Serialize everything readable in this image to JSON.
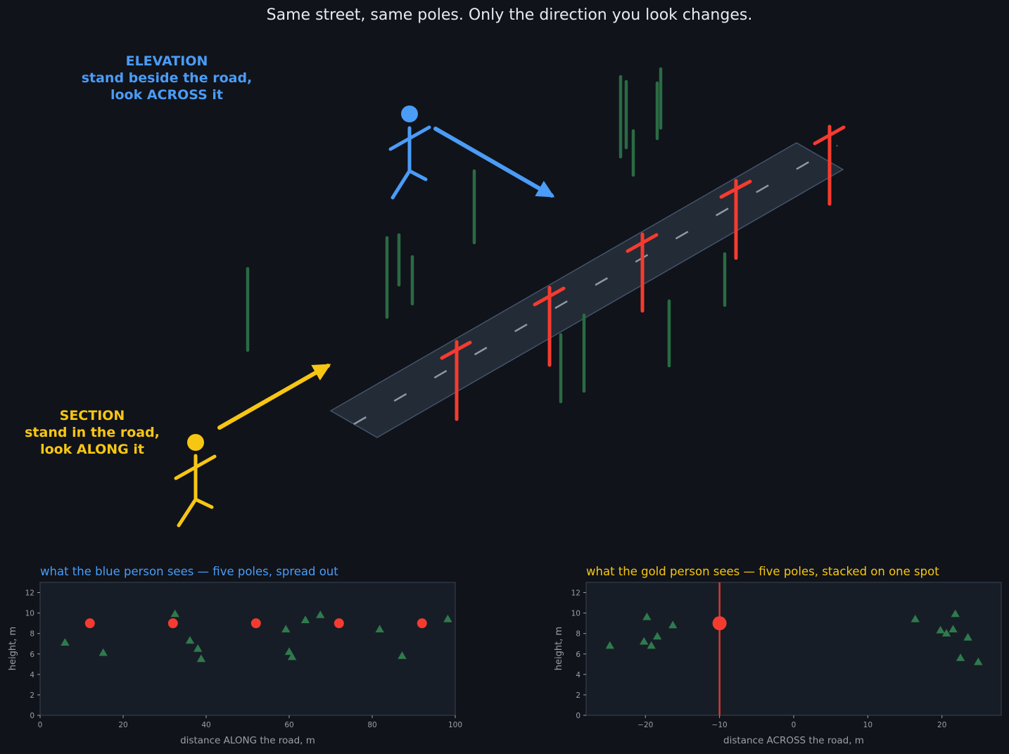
{
  "title": "Same street, same poles. Only the direction you look changes.",
  "elevation_label": [
    "ELEVATION",
    "stand beside the road,",
    "look ACROSS it"
  ],
  "section_label": [
    "SECTION",
    "stand in the road,",
    "look ALONG it"
  ],
  "colors": {
    "background": "#10131a",
    "blue": "#4a9cf6",
    "gold": "#f7c613",
    "pole_red": "#f53b30",
    "tree_green": "#2f7a4d",
    "road": "#232b36",
    "panel": "#171d26",
    "axis_text": "#9aa0a8"
  },
  "chart_data": [
    {
      "type": "scatter",
      "title": "what the blue person sees  —  five poles, spread out",
      "xlabel": "distance ALONG the road, m",
      "ylabel": "height, m",
      "xlim": [
        0,
        100
      ],
      "ylim": [
        0,
        13
      ],
      "xticks": [
        0,
        20,
        40,
        60,
        80,
        100
      ],
      "yticks": [
        0,
        2,
        4,
        6,
        8,
        10,
        12
      ],
      "series": [
        {
          "marker": "triangle",
          "color": "#2f7a4d",
          "points": [
            [
              6,
              7.1
            ],
            [
              15.2,
              6.1
            ],
            [
              32.5,
              9.9
            ],
            [
              36.1,
              7.3
            ],
            [
              38,
              6.5
            ],
            [
              38.8,
              5.5
            ],
            [
              59.2,
              8.4
            ],
            [
              60,
              6.2
            ],
            [
              60.7,
              5.7
            ],
            [
              63.9,
              9.3
            ],
            [
              67.5,
              9.8
            ],
            [
              81.8,
              8.4
            ],
            [
              87.2,
              5.8
            ],
            [
              98.2,
              9.4
            ]
          ]
        },
        {
          "marker": "circle",
          "color": "#f53b30",
          "points": [
            [
              12,
              9
            ],
            [
              32,
              9
            ],
            [
              52,
              9
            ],
            [
              72,
              9
            ],
            [
              92,
              9
            ]
          ]
        }
      ]
    },
    {
      "type": "scatter",
      "title": "what the gold person sees  —  five poles, stacked on one spot",
      "xlabel": "distance ACROSS the road, m",
      "ylabel": "height, m",
      "xlim": [
        -28,
        28
      ],
      "ylim": [
        0,
        13
      ],
      "xticks": [
        -20,
        -10,
        0,
        10,
        20
      ],
      "yticks": [
        0,
        2,
        4,
        6,
        8,
        10,
        12
      ],
      "vline_x": -10,
      "series": [
        {
          "marker": "triangle",
          "color": "#2f7a4d",
          "points": [
            [
              -24.8,
              6.8
            ],
            [
              -20.2,
              7.2
            ],
            [
              -19.8,
              9.6
            ],
            [
              -19.2,
              6.8
            ],
            [
              -18.4,
              7.7
            ],
            [
              -16.3,
              8.8
            ],
            [
              16.4,
              9.4
            ],
            [
              19.8,
              8.3
            ],
            [
              20.6,
              8
            ],
            [
              21.5,
              8.4
            ],
            [
              21.8,
              9.9
            ],
            [
              22.5,
              5.6
            ],
            [
              23.5,
              7.6
            ],
            [
              24.9,
              5.2
            ]
          ]
        },
        {
          "marker": "circle-large",
          "color": "#f53b30",
          "points": [
            [
              -10,
              9
            ]
          ]
        }
      ]
    }
  ]
}
